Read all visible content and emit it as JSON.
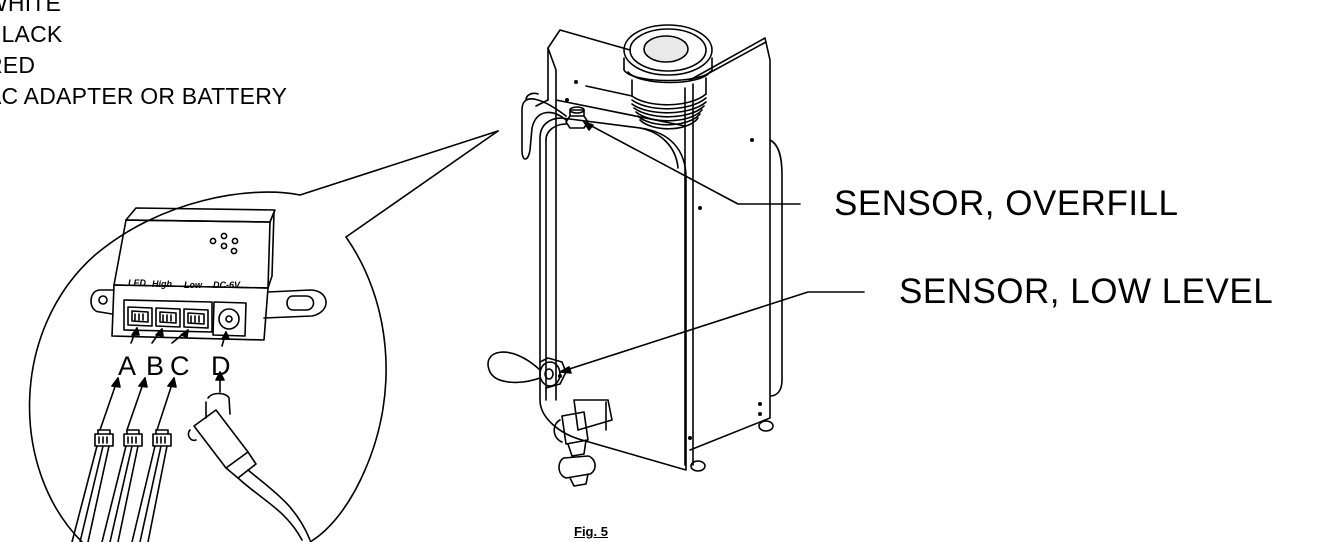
{
  "legend": {
    "items": [
      "WHITE",
      "BLACK",
      "RED",
      "AC ADAPTER OR BATTERY"
    ]
  },
  "labels": {
    "sensor_overfill": "SENSOR, OVERFILL",
    "sensor_low_level": "SENSOR, LOW LEVEL"
  },
  "module": {
    "port_tags": {
      "led": "LED",
      "high": "High",
      "low": "Low",
      "dc": "DC-6V"
    },
    "port_letters": {
      "a": "A",
      "b": "B",
      "c": "C",
      "d": "D"
    }
  },
  "figure": {
    "caption": "Fig. 5"
  }
}
